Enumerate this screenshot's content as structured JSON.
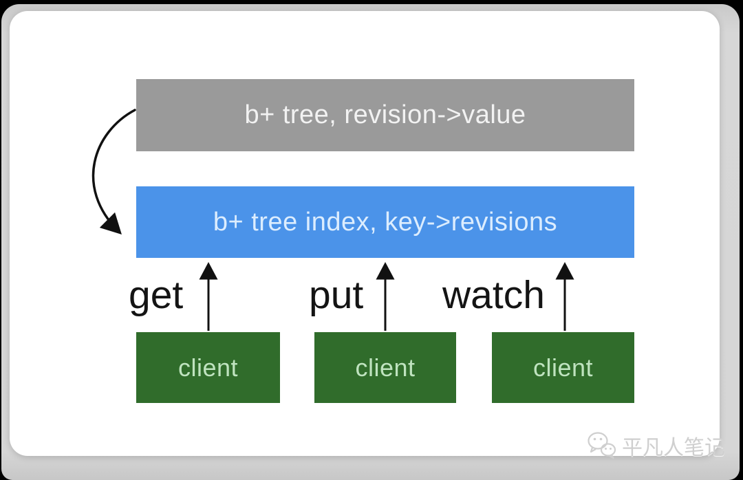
{
  "diagram": {
    "store_box": {
      "label": "b+ tree, revision->value",
      "bg": "#9a9a9a",
      "text_color": "#f2f2f2"
    },
    "index_box": {
      "label": "b+ tree index, key->revisions",
      "bg": "#4b93e9",
      "text_color": "#dcedfe"
    },
    "clients": [
      {
        "label": "client",
        "operation": "get"
      },
      {
        "label": "client",
        "operation": "put"
      },
      {
        "label": "client",
        "operation": "watch"
      }
    ],
    "client_style": {
      "bg": "#306c2b",
      "text_color": "#bfe3bf"
    },
    "arrow_color": "#111111"
  },
  "watermark": {
    "icon": "wechat-icon",
    "text": "平凡人笔记",
    "color": "#cfcfcf"
  }
}
